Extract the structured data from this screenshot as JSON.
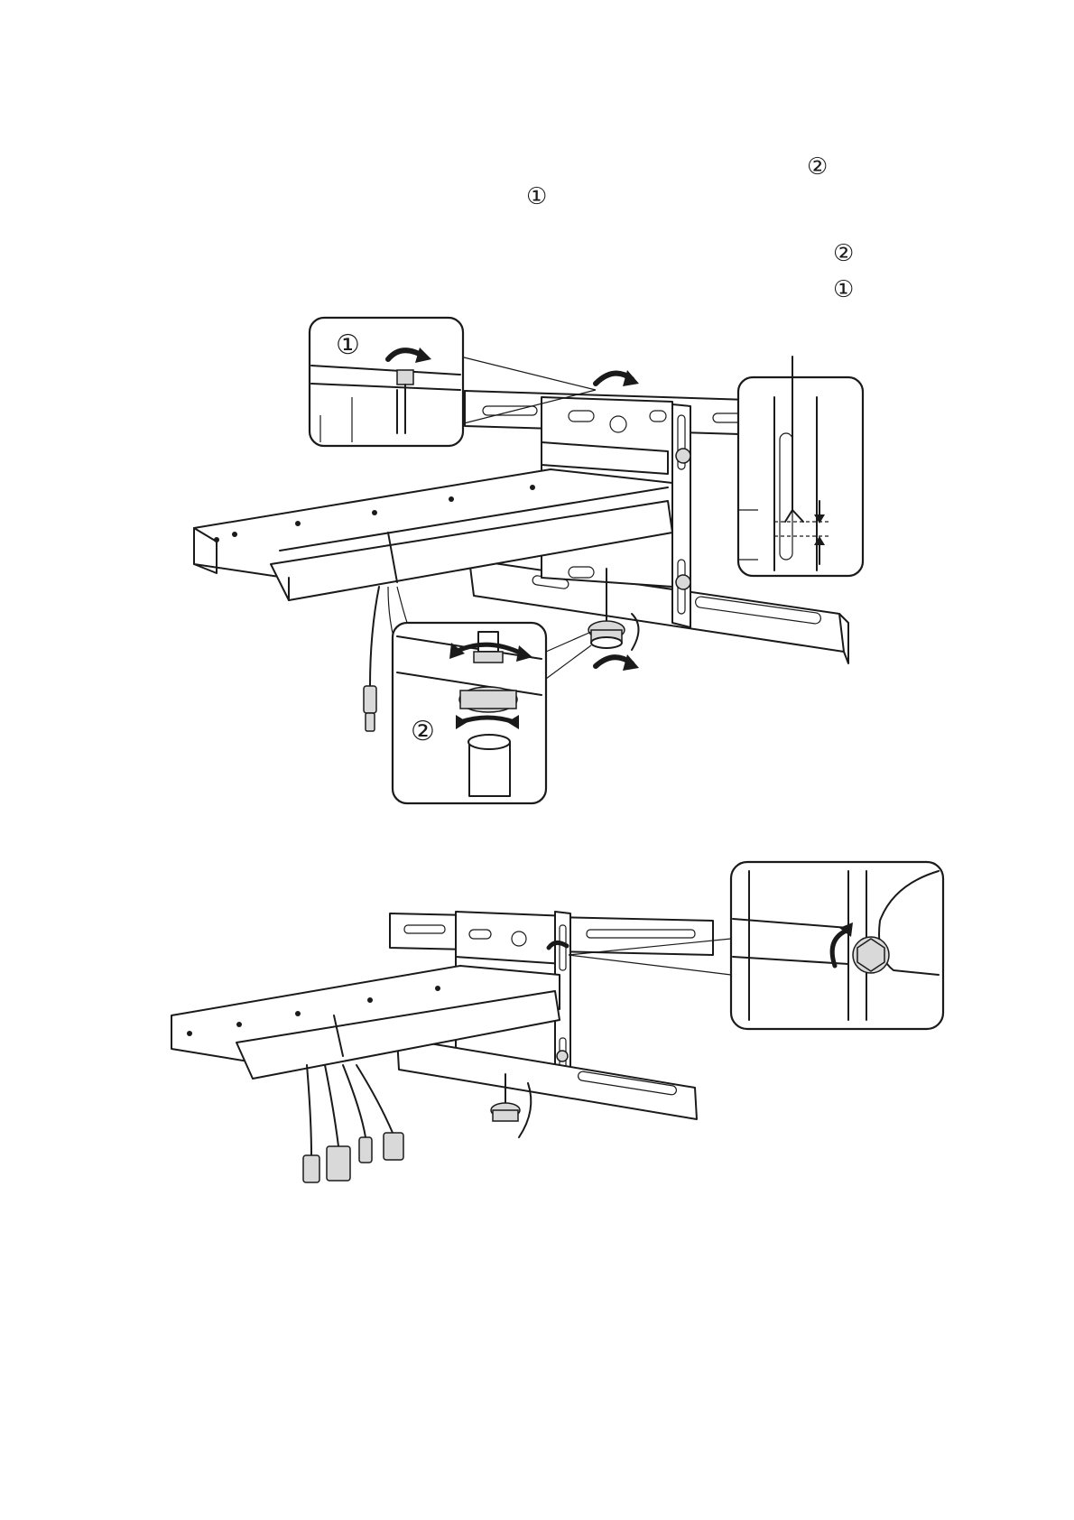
{
  "step_markers": {
    "marker_a": "②",
    "marker_b": "①",
    "marker_c": "②",
    "marker_d": "①"
  },
  "figure1": {
    "callout_top_label": "①",
    "callout_bottom_label": "②"
  }
}
